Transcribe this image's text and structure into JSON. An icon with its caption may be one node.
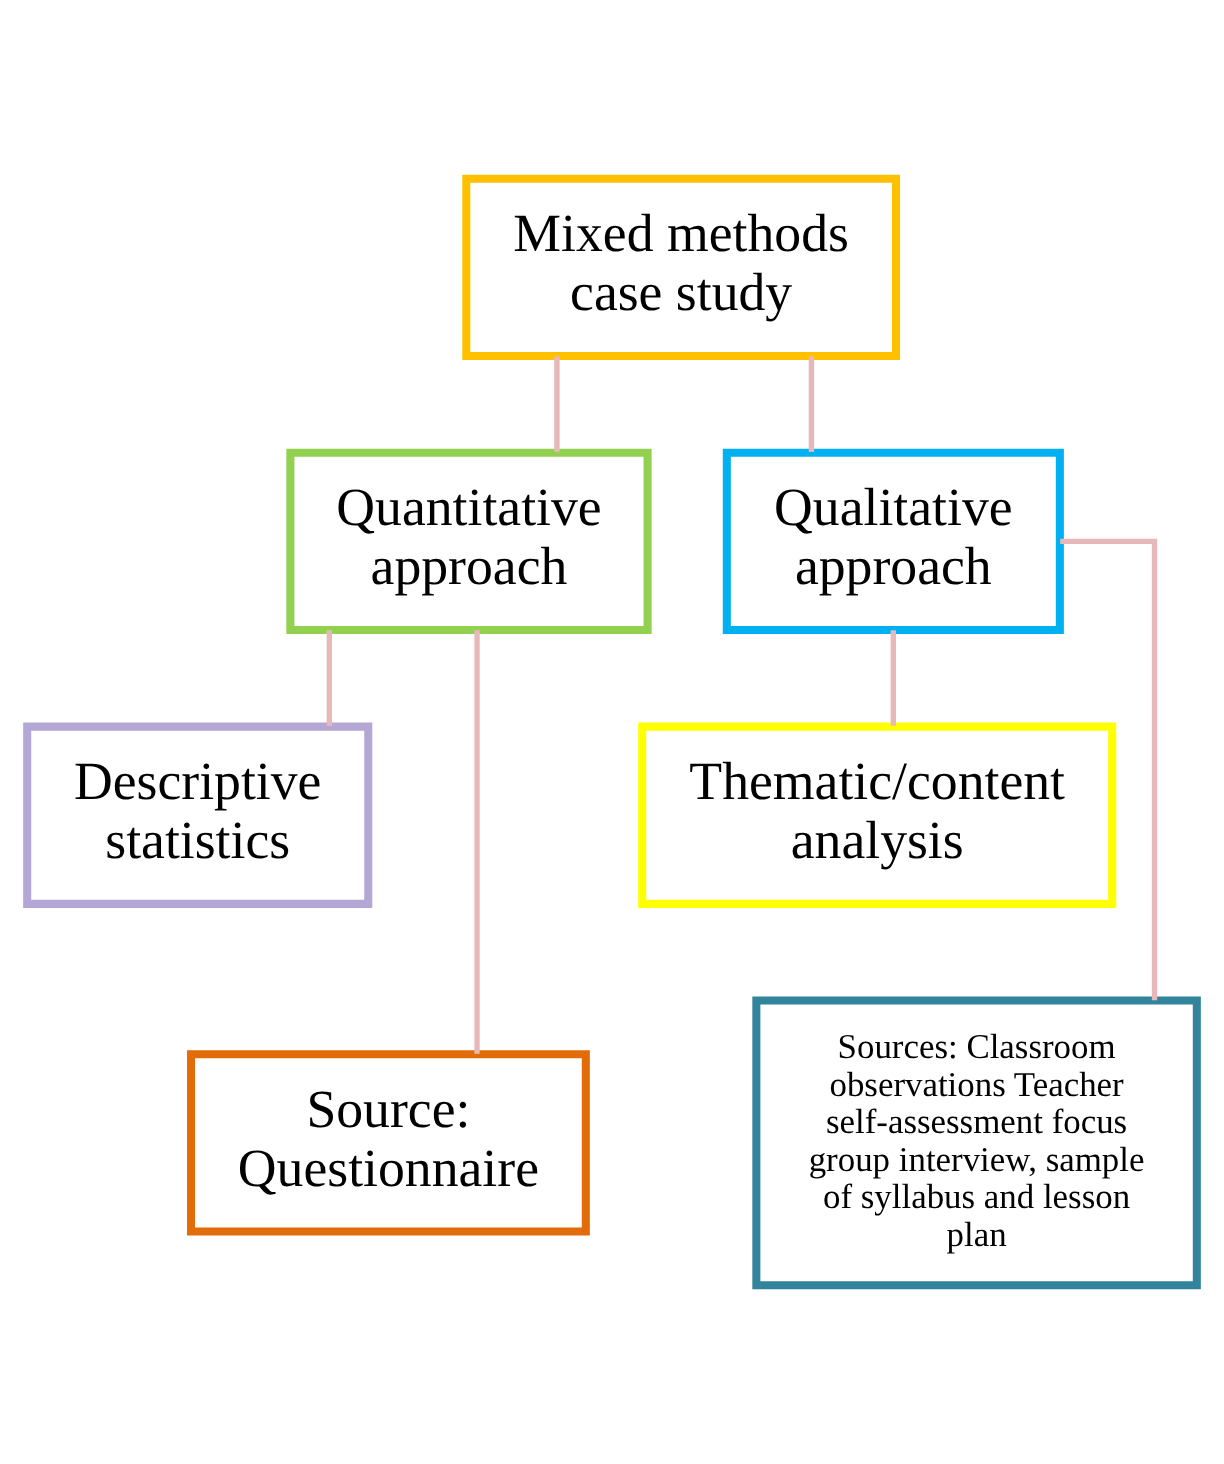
{
  "diagram": {
    "nodes": [
      {
        "text": [
          "Mixed methods case study"
        ]
      },
      {
        "text": [
          "Quantitative approach"
        ]
      },
      {
        "text": [
          "Qualitative approach"
        ]
      },
      {
        "text": [
          "Descriptive statistics"
        ]
      },
      {
        "text": [
          "Source: Questionnaire"
        ]
      },
      {
        "text": [
          "Thematic/content analysis"
        ]
      },
      {
        "text": [
          "Sources: Classroom observations Teacher self-assessment focus group interview, sample of syllabus and lesson plan"
        ]
      }
    ],
    "edges": [
      {
        "from": 0,
        "to": 1,
        "arrow": "none"
      },
      {
        "from": 0,
        "to": 2,
        "arrow": "none"
      },
      {
        "from": 1,
        "to": 3,
        "arrow": "none"
      },
      {
        "from": 1,
        "to": 4,
        "arrow": "none"
      },
      {
        "from": 2,
        "to": 5,
        "arrow": "none"
      },
      {
        "from": 2,
        "to": 6,
        "arrow": "none"
      }
    ]
  }
}
